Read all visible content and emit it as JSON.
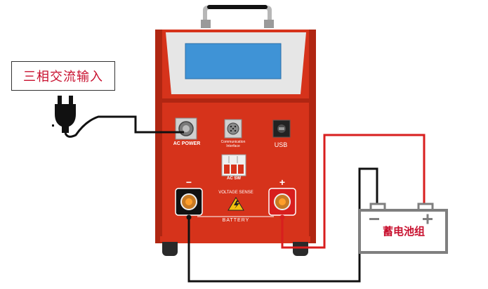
{
  "labels": {
    "input": "三相交流输入",
    "battery_group": "蓄电池组",
    "ac_power": "AC POWER",
    "communication": "Communication Interface",
    "usb": "USB",
    "ac_sw": "AC SW",
    "minus": "−",
    "plus": "+",
    "voltage_sense": "VOLTAGE SENSE",
    "battery": "BATTERY"
  },
  "colors": {
    "device_red": "#d6331b",
    "screen_blue": "#3f93d6",
    "wire_black": "#111111",
    "wire_red": "#d81e1e",
    "battery_gray": "#7f7f7f",
    "label_red": "#c8102e"
  }
}
